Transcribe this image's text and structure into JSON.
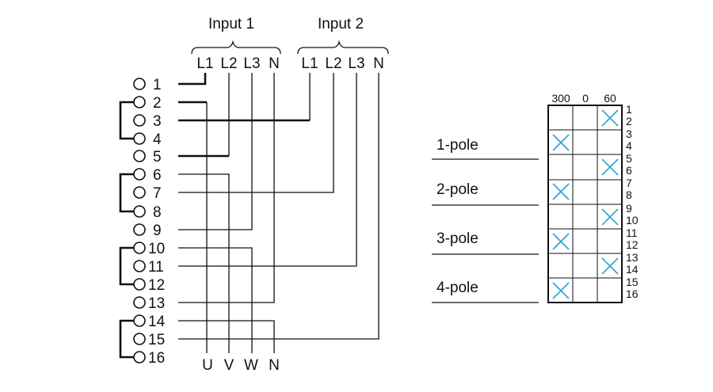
{
  "inputs": [
    {
      "title": "Input 1",
      "lines": [
        "L1",
        "L2",
        "L3",
        "N"
      ]
    },
    {
      "title": "Input 2",
      "lines": [
        "L1",
        "L2",
        "L3",
        "N"
      ]
    }
  ],
  "terminals": [
    "1",
    "2",
    "3",
    "4",
    "5",
    "6",
    "7",
    "8",
    "9",
    "10",
    "11",
    "12",
    "13",
    "14",
    "15",
    "16"
  ],
  "outputs": [
    "U",
    "V",
    "W",
    "N"
  ],
  "switch_table": {
    "positions": [
      "300",
      "0",
      "60"
    ],
    "contacts": [
      "1",
      "2",
      "3",
      "4",
      "5",
      "6",
      "7",
      "8",
      "9",
      "10",
      "11",
      "12",
      "13",
      "14",
      "15",
      "16"
    ],
    "closed": [
      {
        "row": 1,
        "position": "60"
      },
      {
        "row": 2,
        "position": "300"
      },
      {
        "row": 3,
        "position": "60"
      },
      {
        "row": 4,
        "position": "300"
      },
      {
        "row": 5,
        "position": "60"
      },
      {
        "row": 6,
        "position": "300"
      },
      {
        "row": 7,
        "position": "60"
      },
      {
        "row": 8,
        "position": "300"
      }
    ],
    "pole_labels": [
      "1-pole",
      "2-pole",
      "3-pole",
      "4-pole"
    ]
  }
}
